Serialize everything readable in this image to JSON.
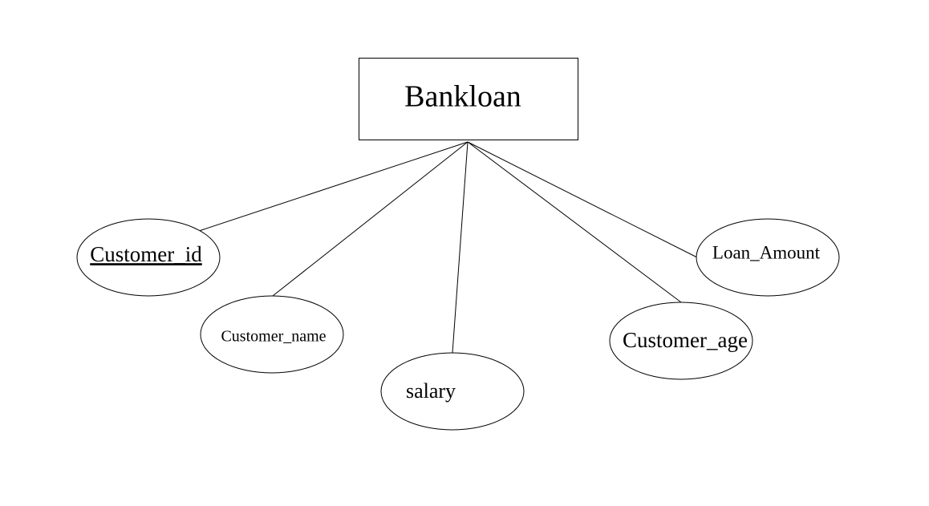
{
  "entity": {
    "name": "Bankloan"
  },
  "attributes": [
    {
      "id": "customer-id",
      "label": "Customer_id",
      "primary_key": true
    },
    {
      "id": "customer-name",
      "label": "Customer_name",
      "primary_key": false
    },
    {
      "id": "salary",
      "label": "salary",
      "primary_key": false
    },
    {
      "id": "customer-age",
      "label": "Customer_age",
      "primary_key": false
    },
    {
      "id": "loan-amount",
      "label": "Loan_Amount",
      "primary_key": false
    }
  ]
}
